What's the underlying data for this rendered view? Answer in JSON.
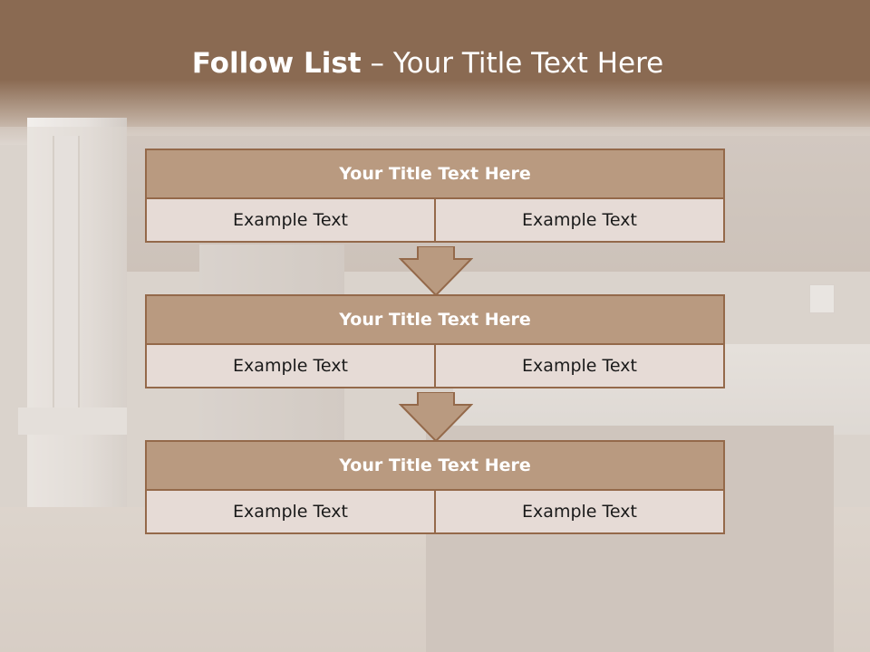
{
  "slide": {
    "title_bold": "Follow List",
    "title_rest": " – Your Title Text Here",
    "blocks": [
      {
        "title": "Your Title Text Here",
        "left": "Example Text",
        "right": "Example Text"
      },
      {
        "title": "Your Title Text Here",
        "left": "Example Text",
        "right": "Example Text"
      },
      {
        "title": "Your Title Text Here",
        "left": "Example Text",
        "right": "Example Text"
      }
    ]
  },
  "colors": {
    "header_band": "#8a6a52",
    "block_title_fill": "#b99a80",
    "block_border": "#94694a",
    "cell_fill": "#e6dbd6",
    "title_text": "#ffffff",
    "cell_text": "#1a1a1a"
  },
  "background": {
    "icon": "kitchen-photo"
  }
}
